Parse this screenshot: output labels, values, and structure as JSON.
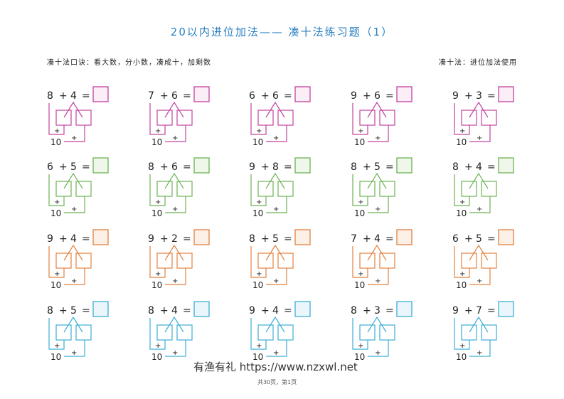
{
  "title": "20以内进位加法—— 凑十法练习题（1）",
  "rule_left": "凑十法口诀：看大数，分小数，凑成十，加剩数",
  "rule_right": "凑十法：进位加法使用",
  "row_colors": [
    "#c2449e",
    "#6db255",
    "#e2813f",
    "#3eaed6"
  ],
  "box_fills": [
    "#fbeef7",
    "#eef7ea",
    "#fdf0e7",
    "#eaf6fb"
  ],
  "labels": {
    "ten": "10",
    "plus": "+",
    "equals": "="
  },
  "problems": [
    [
      [
        "8",
        "4"
      ],
      [
        "7",
        "6"
      ],
      [
        "6",
        "6"
      ],
      [
        "9",
        "6"
      ],
      [
        "9",
        "3"
      ]
    ],
    [
      [
        "6",
        "5"
      ],
      [
        "8",
        "6"
      ],
      [
        "9",
        "8"
      ],
      [
        "8",
        "5"
      ],
      [
        "8",
        "4"
      ]
    ],
    [
      [
        "9",
        "4"
      ],
      [
        "9",
        "2"
      ],
      [
        "8",
        "5"
      ],
      [
        "7",
        "4"
      ],
      [
        "6",
        "5"
      ]
    ],
    [
      [
        "8",
        "5"
      ],
      [
        "8",
        "4"
      ],
      [
        "9",
        "4"
      ],
      [
        "8",
        "3"
      ],
      [
        "9",
        "7"
      ]
    ]
  ],
  "watermark": "有渔有礼 https://www.nzxwl.net",
  "page_info": "共30页，第1页"
}
